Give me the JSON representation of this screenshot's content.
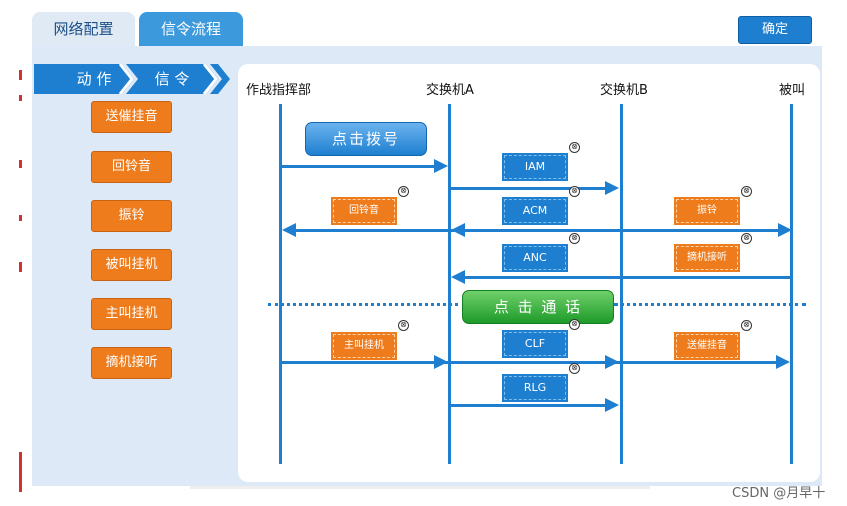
{
  "tabs": [
    {
      "label": "网络配置",
      "active": true
    },
    {
      "label": "信令流程",
      "active": false
    }
  ],
  "confirm_label": "确定",
  "chevrons": {
    "action": "动 作",
    "signal": "信 令"
  },
  "actions": [
    "送催挂音",
    "回铃音",
    "振铃",
    "被叫挂机",
    "主叫挂机",
    "摘机接听"
  ],
  "columns": [
    "作战指挥部",
    "交换机A",
    "交换机B",
    "被叫"
  ],
  "buttons": {
    "dial": "点击拨号",
    "talk": "点 击 通 话"
  },
  "signals": {
    "iam": "IAM",
    "acm": "ACM",
    "anc": "ANC",
    "clf": "CLF",
    "rlg": "RLG"
  },
  "orange_signals": {
    "ringback": "回铃音",
    "ring": "振铃",
    "offhook": "摘机接听",
    "caller_hangup": "主叫挂机",
    "busy_tone": "送催挂音"
  },
  "close_glyph": "⊗",
  "watermark": "CSDN @月早十",
  "colors": {
    "accent": "#1e7fd0",
    "orange": "#ee7b1c",
    "green": "#1e9a2a",
    "panel": "#dde9f6"
  }
}
